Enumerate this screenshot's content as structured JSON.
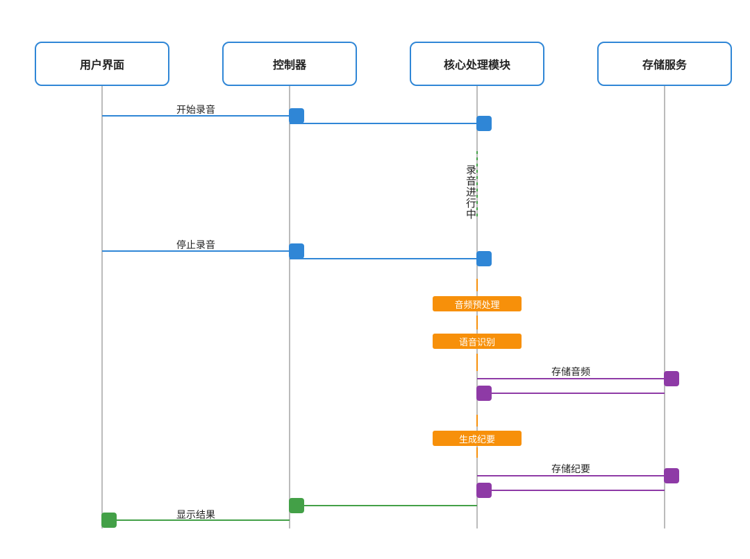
{
  "actors": [
    {
      "label": "用户界面"
    },
    {
      "label": "控制器"
    },
    {
      "label": "核心处理模块"
    },
    {
      "label": "存储服务"
    }
  ],
  "messages": [
    {
      "label": "开始录音",
      "from": 0,
      "to": 1,
      "color": "#2f86d6"
    },
    {
      "label": "",
      "from": 1,
      "to": 2,
      "color": "#2f86d6"
    },
    {
      "label": "停止录音",
      "from": 0,
      "to": 1,
      "color": "#2f86d6"
    },
    {
      "label": "",
      "from": 1,
      "to": 2,
      "color": "#2f86d6"
    },
    {
      "label": "存储音频",
      "from": 2,
      "to": 3,
      "color": "#8e3aa6"
    },
    {
      "label": "",
      "from": 3,
      "to": 2,
      "color": "#8e3aa6"
    },
    {
      "label": "存储纪要",
      "from": 2,
      "to": 3,
      "color": "#8e3aa6"
    },
    {
      "label": "",
      "from": 3,
      "to": 2,
      "color": "#8e3aa6"
    },
    {
      "label": "",
      "from": 2,
      "to": 1,
      "color": "#43a047"
    },
    {
      "label": "显示结果",
      "from": 1,
      "to": 0,
      "color": "#43a047"
    }
  ],
  "processes": [
    {
      "label": "音频预处理"
    },
    {
      "label": "语音识别"
    },
    {
      "label": "生成纪要"
    }
  ],
  "note": {
    "label": "录音进行中",
    "color": "#43a047"
  },
  "colors": {
    "actor_border": "#2f86d6",
    "lifeline": "#aaaaaa",
    "process": "#f7900a",
    "blue": "#2f86d6",
    "purple": "#8e3aa6",
    "green": "#43a047"
  }
}
